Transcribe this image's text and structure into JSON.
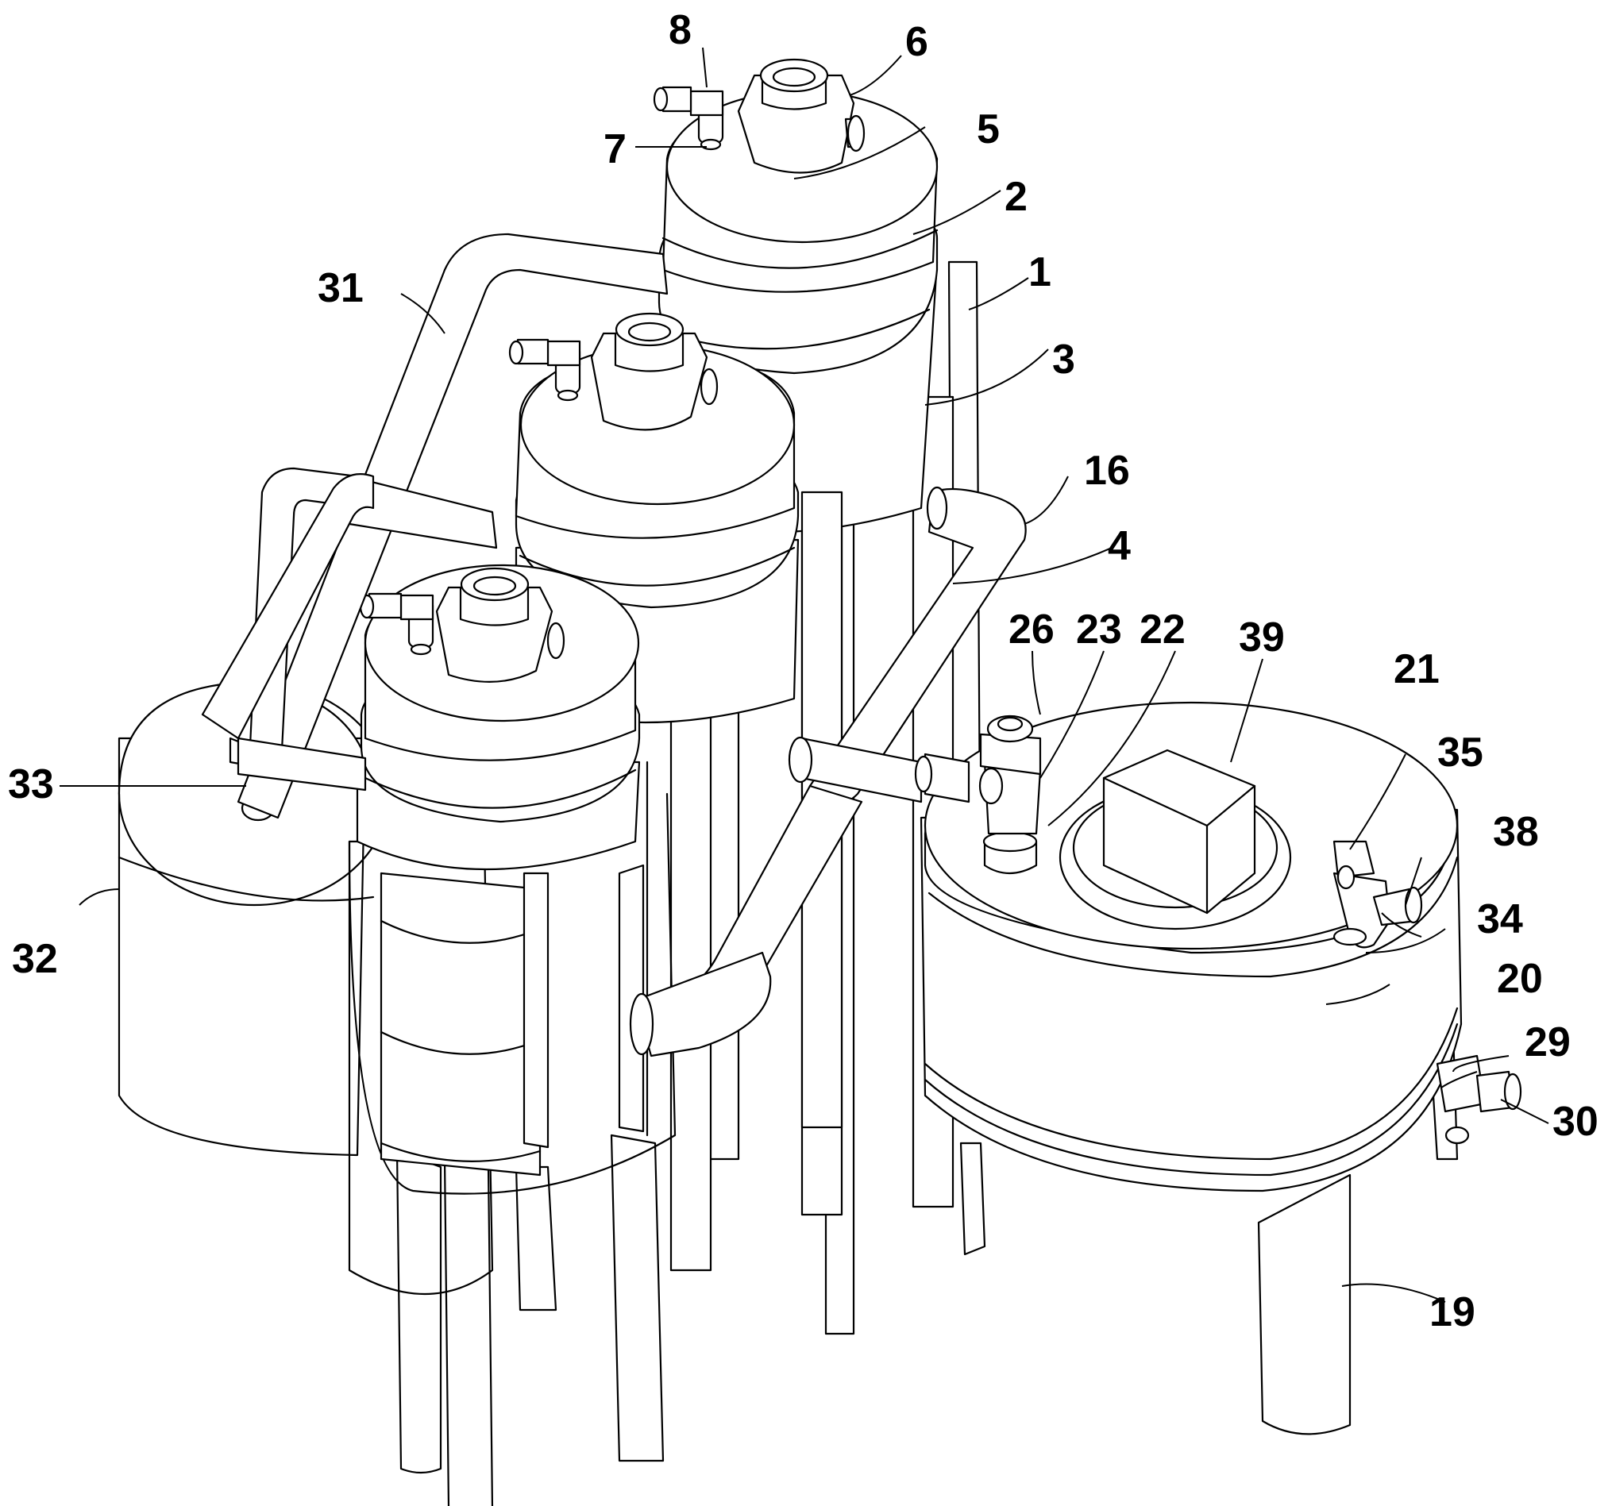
{
  "labels": {
    "l1": "1",
    "l2": "2",
    "l3": "3",
    "l4": "4",
    "l5": "5",
    "l6": "6",
    "l7": "7",
    "l8": "8",
    "l16": "16",
    "l19": "19",
    "l20": "20",
    "l21": "21",
    "l22": "22",
    "l23": "23",
    "l26": "26",
    "l29": "29",
    "l30": "30",
    "l31": "31",
    "l32": "32",
    "l33": "33",
    "l34": "34",
    "l35": "35",
    "l38": "38",
    "l39": "39"
  },
  "colors": {
    "line": "#000000",
    "background": "#ffffff"
  }
}
